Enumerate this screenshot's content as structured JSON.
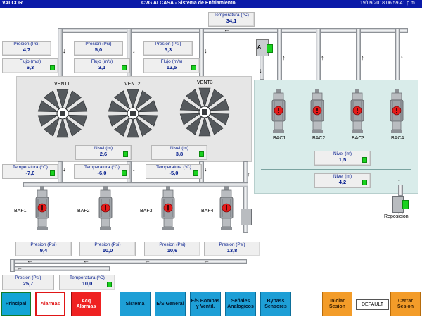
{
  "titlebar": {
    "left": "VALCOR",
    "center": "CVG ALCASA - Sistema de Enfriamiento",
    "datetime": "19/09/2018 06:59:41 p.m."
  },
  "top_temperature": {
    "label": "Temperatura (°C)",
    "value": "34,1"
  },
  "top_presion": [
    {
      "label": "Presion (Psi)",
      "value": "4,7"
    },
    {
      "label": "Presion (Psi)",
      "value": "5,0"
    },
    {
      "label": "Presion (Psi)",
      "value": "5,3"
    }
  ],
  "top_flujo": [
    {
      "label": "Flujo (m/s)",
      "value": "6,3"
    },
    {
      "label": "Flujo (m/s)",
      "value": "3,1"
    },
    {
      "label": "Flujo (m/s)",
      "value": "12,5"
    }
  ],
  "fans": [
    "VENT1",
    "VENT2",
    "VENT3"
  ],
  "nivel_fans": [
    {
      "label": "Nivel (m)",
      "value": "2,6"
    },
    {
      "label": "Nivel (m)",
      "value": "3,8"
    }
  ],
  "mid_temperatures": [
    {
      "label": "Temperatura (°C)",
      "value": "-7,0"
    },
    {
      "label": "Temperatura (°C)",
      "value": "-6,0"
    },
    {
      "label": "Temperatura (°C)",
      "value": "-5,0"
    }
  ],
  "bac_pumps": [
    "BAC1",
    "BAC2",
    "BAC3",
    "BAC4"
  ],
  "bac_nivel": [
    {
      "label": "Nivel (m)",
      "value": "1,5"
    },
    {
      "label": "Nivel (m)",
      "value": "4,2"
    }
  ],
  "valve_label": "A",
  "baf_pumps": [
    "BAF1",
    "BAF2",
    "BAF3",
    "BAF4"
  ],
  "baf_presion": [
    {
      "label": "Presion (Psi)",
      "value": "9,4"
    },
    {
      "label": "Presion (Psi)",
      "value": "10,0"
    },
    {
      "label": "Presion (Psi)",
      "value": "10,6"
    },
    {
      "label": "Presion (Psi)",
      "value": "13,8"
    }
  ],
  "bottom_presion": {
    "label": "Presion (Psi)",
    "value": "25,7"
  },
  "bottom_temperatura": {
    "label": "Temperatura (°C)",
    "value": "10,0"
  },
  "reposicion": "Reposicion",
  "buttons": {
    "principal": "Principal",
    "alarmas": "Alarmas",
    "acq_alarmas": "Acq Alarmas",
    "sistema": "Sistema",
    "es_general": "E/S General",
    "es_bombas": "E/S Bombas y Ventil.",
    "senales": "Señales Analogicos",
    "bypass": "Bypass Sensores",
    "iniciar": "Iniciar Sesion",
    "default": "DEFAULT",
    "cerrar": "Cerrar Sesion"
  },
  "colors": {
    "titlebar": "#0a1aa8",
    "led_green": "#19d21e",
    "pump_alarm_red": "#e41b1b",
    "button_blue": "#1e9fd6",
    "button_orange": "#f39c29",
    "button_red": "#ef2121"
  }
}
